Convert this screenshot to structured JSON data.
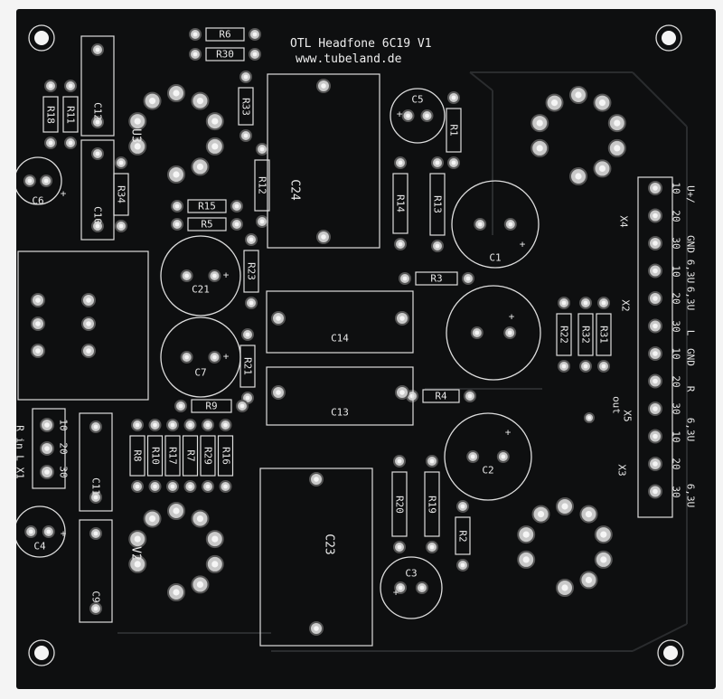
{
  "board": {
    "title": "OTL Headfone 6C19 V1",
    "url": "www.tubeland.de"
  },
  "components": {
    "R6": "R6",
    "R30": "R30",
    "R33": "R33",
    "C12": "C12",
    "R18": "R18",
    "R11": "R11",
    "U3": "U3",
    "C10": "C10",
    "R34": "R34",
    "C6": "C6",
    "R15": "R15",
    "R5": "R5",
    "R12": "R12",
    "C24": "C24",
    "C5": "C5",
    "R1": "R1",
    "R14": "R14",
    "R13": "R13",
    "C1": "C1",
    "X4": "X4",
    "R23": "R23",
    "C21": "C21",
    "R3": "R3",
    "C14": "C14",
    "X2": "X2",
    "R22": "R22",
    "R32": "R32",
    "R31": "R31",
    "C7": "C7",
    "R21": "R21",
    "R4": "R4",
    "C13": "C13",
    "X5": "X5",
    "out": "out",
    "R9": "R9",
    "R8": "R8",
    "R10": "R10",
    "R17": "R17",
    "R7": "R7",
    "R29": "R29",
    "R16": "R16",
    "C11": "C11",
    "C2": "C2",
    "R20": "R20",
    "R19": "R19",
    "C23": "C23",
    "X3": "X3",
    "R2": "R2",
    "V2": "V2",
    "C9": "C9",
    "C4": "C4",
    "C3": "C3"
  },
  "input_connector": {
    "label": "R in L X1",
    "pins": [
      "10",
      "20",
      "30"
    ]
  },
  "output_connector": {
    "pins": [
      "10",
      "20",
      "30",
      "10",
      "20",
      "30",
      "10",
      "20",
      "30",
      "10",
      "20",
      "30"
    ],
    "signals": [
      "U+/",
      "GND",
      "6,3U",
      "6,3U",
      "L",
      "GND",
      "R",
      "6,3U",
      "6,3U"
    ]
  },
  "polarity_mark": "+",
  "colors": {
    "board": "#0e0f10",
    "silk": "#e8e8e8",
    "pad": "#c9c9c9"
  }
}
